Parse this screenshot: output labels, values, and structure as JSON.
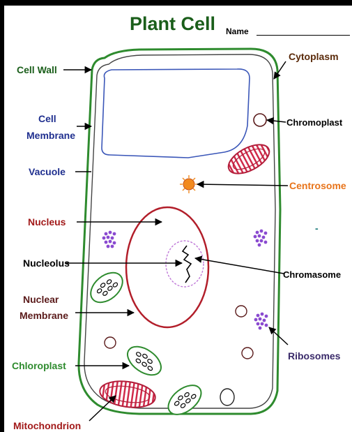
{
  "header": {
    "title": "Plant Cell",
    "name_label": "Name"
  },
  "labels": {
    "cell_wall": "Cell Wall",
    "cell_membrane_1": "Cell",
    "cell_membrane_2": "Membrane",
    "vacuole": "Vacuole",
    "nucleus": "Nucleus",
    "nucleolus": "Nucleolus",
    "nuclear_membrane_1": "Nuclear",
    "nuclear_membrane_2": "Membrane",
    "chloroplast": "Chloroplast",
    "mitochondrion": "Mitochondrion",
    "cytoplasm": "Cytoplasm",
    "chromoplast": "Chromoplast",
    "centrosome": "Centrosome",
    "chromasome": "Chromasome",
    "ribosomes": "Ribosomes",
    "stray_mark": "-"
  },
  "colors": {
    "title": "#1a5e1a",
    "cell_wall_label": "#1a5e1a",
    "membrane_label": "#1f2f8f",
    "vacuole_label": "#1f2f8f",
    "nucleus_label": "#a21a1a",
    "black_label": "#000000",
    "nuclear_membrane_label": "#5a1a1a",
    "chloroplast_label": "#2e8b2e",
    "mitochondrion_label": "#a21a1a",
    "cytoplasm_label": "#5a2a0a",
    "centrosome_label": "#e8741a",
    "ribosomes_label": "#3a2a6a",
    "stray_mark": "#1a7a7a"
  }
}
